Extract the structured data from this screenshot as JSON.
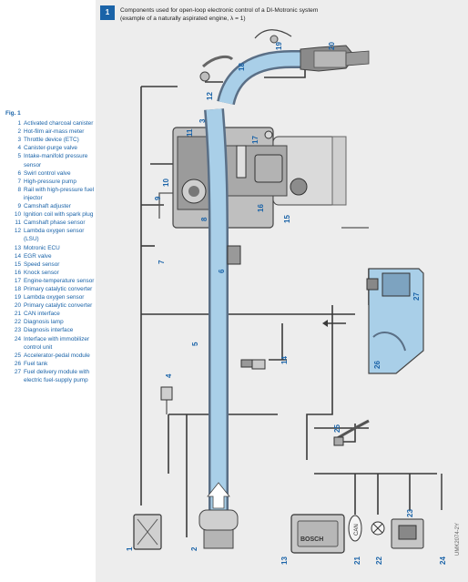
{
  "figure": {
    "label": "Fig. 1",
    "number": "1"
  },
  "title": {
    "line1": "Components used for open-loop electronic control of a DI-Motronic system",
    "line2": "(example of a naturally aspirated engine, λ = 1)"
  },
  "legend": [
    {
      "n": "1",
      "t": "Activated charcoal canister"
    },
    {
      "n": "2",
      "t": "Hot-film air-mass meter"
    },
    {
      "n": "3",
      "t": "Throttle device (ETC)"
    },
    {
      "n": "4",
      "t": "Canister-purge valve"
    },
    {
      "n": "5",
      "t": "Intake-manifold pressure sensor"
    },
    {
      "n": "6",
      "t": "Swirl control valve"
    },
    {
      "n": "7",
      "t": "High-pressure pump"
    },
    {
      "n": "8",
      "t": "Rail with high-pressure fuel injector"
    },
    {
      "n": "9",
      "t": "Camshaft adjuster"
    },
    {
      "n": "10",
      "t": "Ignition coil with spark plug"
    },
    {
      "n": "11",
      "t": "Camshaft phase sensor"
    },
    {
      "n": "12",
      "t": "Lambda oxygen sensor (LSU)"
    },
    {
      "n": "13",
      "t": "Motronic ECU"
    },
    {
      "n": "14",
      "t": "EGR valve"
    },
    {
      "n": "15",
      "t": "Speed sensor"
    },
    {
      "n": "16",
      "t": "Knock sensor"
    },
    {
      "n": "17",
      "t": "Engine-temperature sensor"
    },
    {
      "n": "18",
      "t": "Primary catalytic converter"
    },
    {
      "n": "19",
      "t": "Lambda oxygen sensor"
    },
    {
      "n": "20",
      "t": "Primary catalytic converter"
    },
    {
      "n": "21",
      "t": "CAN interface"
    },
    {
      "n": "22",
      "t": "Diagnosis lamp"
    },
    {
      "n": "23",
      "t": "Diagnosis interface"
    },
    {
      "n": "24",
      "t": "Interface with immobilizer control unit"
    },
    {
      "n": "25",
      "t": "Accelerator-pedal module"
    },
    {
      "n": "26",
      "t": "Fuel tank"
    },
    {
      "n": "27",
      "t": "Fuel delivery module with electric fuel-supply pump"
    }
  ],
  "diagram_labels": {
    "ecu_brand": "BOSCH",
    "can": "CAN",
    "watermark": "UMK2074-2Y"
  },
  "colors": {
    "accent": "#1a63a8",
    "panel": "#ededed",
    "air": "#a9cfe8"
  }
}
